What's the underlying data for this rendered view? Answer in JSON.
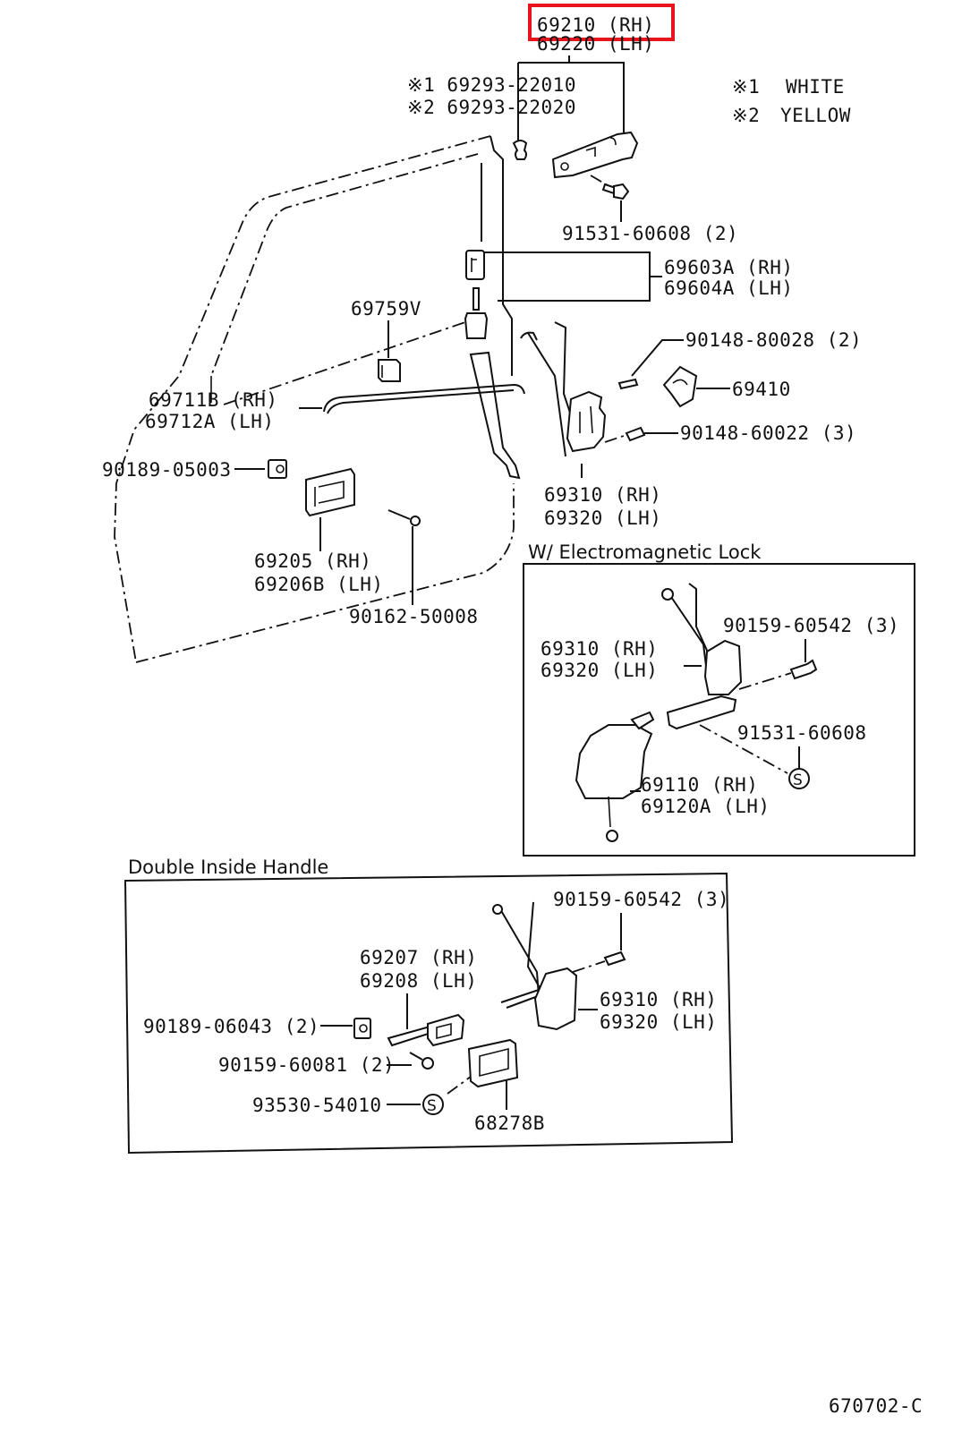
{
  "diagram": {
    "ref_code": "670702-C",
    "highlight_color": "#e8141c",
    "legend": [
      {
        "mark": "※1",
        "text": "WHITE"
      },
      {
        "mark": "※2",
        "text": "YELLOW"
      }
    ],
    "main": {
      "outside_handle": {
        "rh": "69210 (RH)",
        "lh": "69220 (LH)"
      },
      "clip_1": "※1  69293-22010",
      "clip_2": "※2  69293-22020",
      "handle_bolt": "91531-60608 (2)",
      "lock_cylinder": {
        "rh": "69603A (RH)",
        "lh": "69604A (LH)"
      },
      "knob": "69759V",
      "screw_striker": "90148-80028 (2)",
      "striker": "69410",
      "lock_screw": "90148-60022 (3)",
      "rod": {
        "rh": "69711B (RH)",
        "lh": "69712A (LH)"
      },
      "clip_inside": "90189-05003",
      "door_lock": {
        "rh": "69310 (RH)",
        "lh": "69320 (LH)"
      },
      "inside_handle": {
        "rh": "69205   (RH)",
        "lh": "69206B (LH)"
      },
      "tap_screw": "90162-50008"
    },
    "electromagnetic": {
      "title": "W/ Electromagnetic Lock",
      "door_lock": {
        "rh": "69310 (RH)",
        "lh": "69320 (LH)"
      },
      "screw": "90159-60542 (3)",
      "bolt": "91531-60608",
      "actuator": {
        "rh": "69110   (RH)",
        "lh": "69120A (LH)"
      },
      "symbol": "S"
    },
    "double_handle": {
      "title": "Double Inside Handle",
      "screw": "90159-60542 (3)",
      "handle": {
        "rh": "69207 (RH)",
        "lh": "69208 (LH)"
      },
      "door_lock": {
        "rh": "69310 (RH)",
        "lh": "69320 (LH)"
      },
      "clip": "90189-06043 (2)",
      "screw_small": "90159-60081 (2)",
      "cap": "93530-54010",
      "bezel": "68278B",
      "symbol": "S"
    }
  }
}
